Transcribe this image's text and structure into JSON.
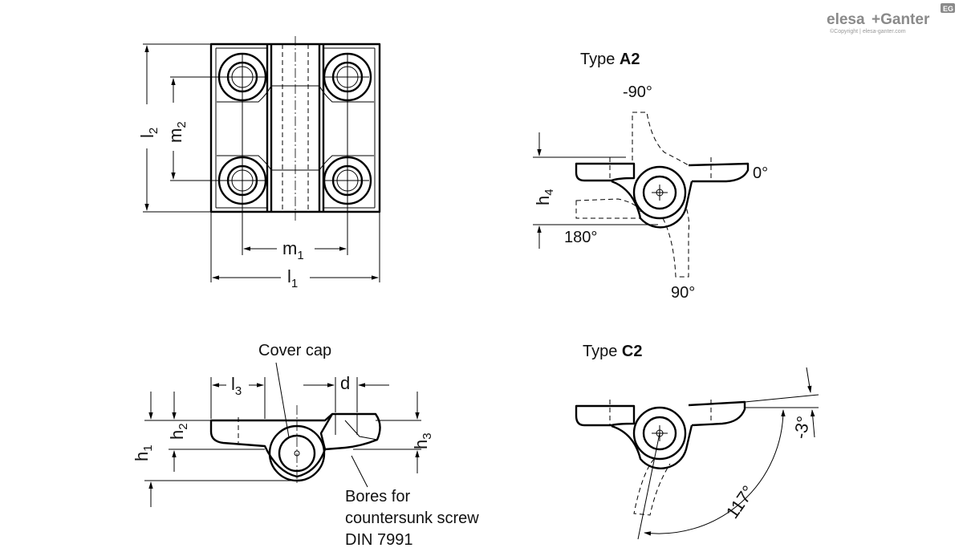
{
  "brand": {
    "logo_text_1": "elesa",
    "logo_text_2": "+Ganter",
    "badge": "EG",
    "copyright": "©Copyright | elesa-ganter.com"
  },
  "top_view": {
    "dim_l1": "l",
    "dim_l1_sub": "1",
    "dim_l2": "l",
    "dim_l2_sub": "2",
    "dim_m1": "m",
    "dim_m1_sub": "1",
    "dim_m2": "m",
    "dim_m2_sub": "2"
  },
  "type_a2": {
    "title_prefix": "Type ",
    "title_code": "A2",
    "angle_neg90": "-90°",
    "angle_0": "0°",
    "angle_180": "180°",
    "angle_90": "90°",
    "dim_h4": "h",
    "dim_h4_sub": "4"
  },
  "side_view": {
    "cover_cap": "Cover cap",
    "dim_l3": "l",
    "dim_l3_sub": "3",
    "dim_d": "d",
    "dim_h1": "h",
    "dim_h1_sub": "1",
    "dim_h2": "h",
    "dim_h2_sub": "2",
    "dim_h3": "h",
    "dim_h3_sub": "3",
    "bores_line1": "Bores for",
    "bores_line2": "countersunk screw",
    "bores_line3": "DIN 7991"
  },
  "type_c2": {
    "title_prefix": "Type ",
    "title_code": "C2",
    "angle_neg3": "-3°",
    "angle_117": "117°"
  }
}
